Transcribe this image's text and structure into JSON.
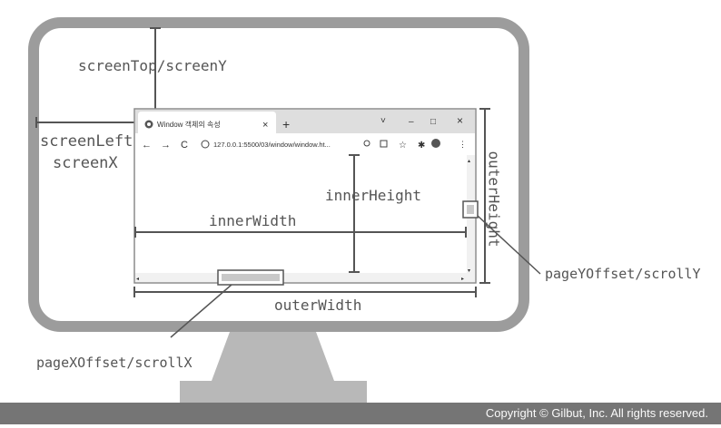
{
  "labels": {
    "screen_top": "screenTop/screenY",
    "screen_left": "screenLeft",
    "screen_x": "screenX",
    "outer_height": "outerHeight",
    "inner_height": "innerHeight",
    "inner_width": "innerWidth",
    "outer_width": "outerWidth",
    "page_y_offset": "pageYOffset/scrollY",
    "page_x_offset": "pageXOffset/scrollX"
  },
  "browser": {
    "tab_title": "Window 객체의 속성",
    "tab_close": "×",
    "new_tab": "+",
    "window_controls": [
      "˅",
      "–",
      "□",
      "×"
    ],
    "url": "127.0.0.1:5500/03/window/window.ht..."
  },
  "footer": {
    "copyright": "Copyright © Gilbut, Inc. All rights reserved."
  },
  "colors": {
    "monitor": "#9c9c9c",
    "stand": "#b8b8b8",
    "line": "#555555",
    "footer": "#757575"
  }
}
